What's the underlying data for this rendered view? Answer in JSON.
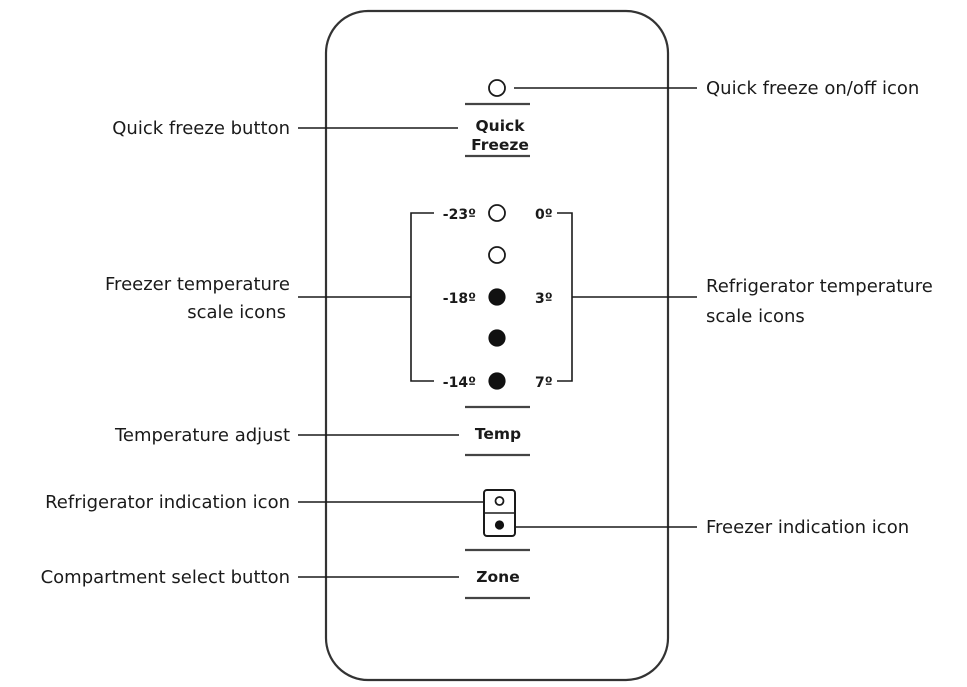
{
  "panel": {
    "quick_freeze_button": {
      "line1": "Quick",
      "line2": "Freeze"
    },
    "temp_button": "Temp",
    "zone_button": "Zone",
    "freezer_scale": [
      "-23º",
      "-18º",
      "-14º"
    ],
    "refrigerator_scale": [
      "0º",
      "3º",
      "7º"
    ],
    "temperature_leds": [
      "off",
      "off",
      "on",
      "on",
      "on"
    ],
    "quick_freeze_led": "off",
    "zone_indicator": {
      "refrigerator": "off",
      "freezer": "on"
    }
  },
  "callouts": {
    "quick_freeze_icon": "Quick freeze on/off icon",
    "quick_freeze_button": "Quick freeze button",
    "freezer_scale": [
      "Freezer temperature",
      "scale icons"
    ],
    "refrigerator_scale": [
      "Refrigerator temperature",
      "scale icons"
    ],
    "temperature_adjust": "Temperature adjust",
    "refrigerator_indication": "Refrigerator indication icon",
    "freezer_indication": "Freezer indication icon",
    "compartment_select": "Compartment select button"
  }
}
